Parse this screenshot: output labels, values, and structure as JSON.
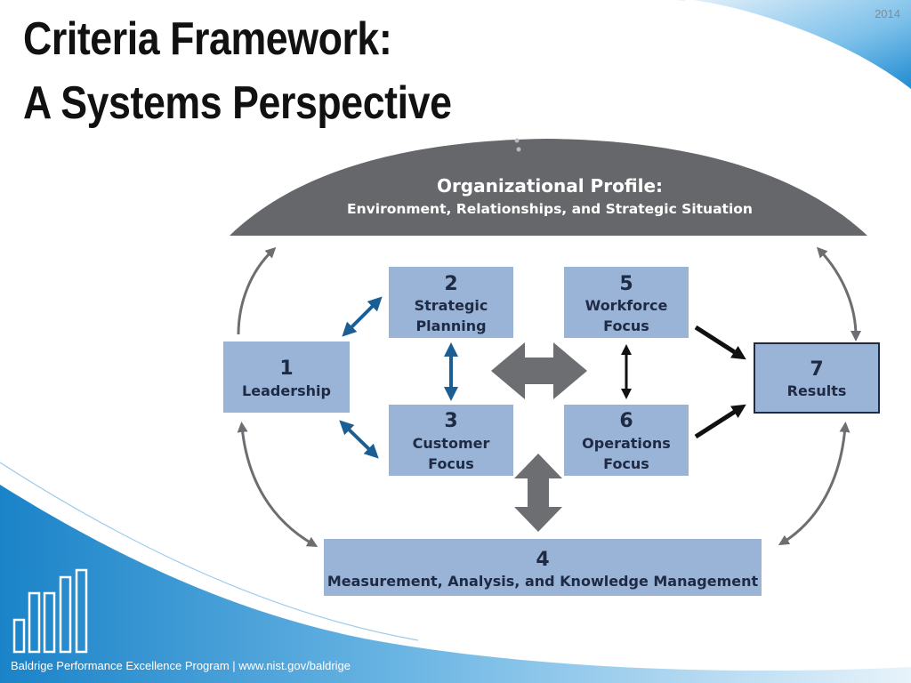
{
  "slide": {
    "title_line1": "Criteria Framework:",
    "title_line2": "A Systems Perspective",
    "year": "2014",
    "footer": "Baldrige Performance Excellence Program | www.nist.gov/baldrige"
  },
  "diagram": {
    "profile": {
      "title": "Organizational Profile:",
      "subtitle": "Environment, Relationships, and Strategic Situation"
    },
    "boxes": {
      "leadership": {
        "number": "1",
        "label": "Leadership"
      },
      "strategic_planning": {
        "number": "2",
        "label_line1": "Strategic",
        "label_line2": "Planning"
      },
      "customer_focus": {
        "number": "3",
        "label_line1": "Customer",
        "label_line2": "Focus"
      },
      "measurement": {
        "number": "4",
        "label": "Measurement, Analysis, and Knowledge Management"
      },
      "workforce_focus": {
        "number": "5",
        "label_line1": "Workforce",
        "label_line2": "Focus"
      },
      "operations_focus": {
        "number": "6",
        "label_line1": "Operations",
        "label_line2": "Focus"
      },
      "results": {
        "number": "7",
        "label": "Results"
      }
    }
  },
  "colors": {
    "box_fill": "#99b4d6",
    "profile_fill": "#66676b",
    "blue_arrow": "#1b5e93",
    "gray_arrow": "#6d6e71",
    "black_arrow": "#111111",
    "wave_blue": "#2b8fd0"
  }
}
